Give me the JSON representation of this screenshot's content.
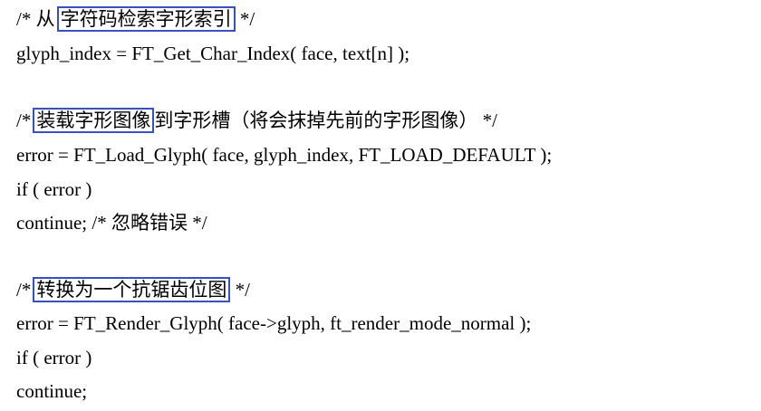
{
  "lines": [
    {
      "prefix": "/* 从",
      "highlight": "字符码检索字形索引",
      "suffix": "*/",
      "highlight_color": "#3a4fc0"
    },
    {
      "text": "glyph_index = FT_Get_Char_Index( face, text[n] );"
    },
    {
      "prefix": "/*",
      "highlight": "装载字形图像",
      "suffix": "到字形槽（将会抹掉先前的字形图像） */",
      "highlight_color": "#3a4fc0"
    },
    {
      "text": "error = FT_Load_Glyph( face, glyph_index, FT_LOAD_DEFAULT );"
    },
    {
      "text": "if ( error )"
    },
    {
      "text": "continue; /* 忽略错误 */"
    },
    {
      "prefix": "/*",
      "highlight": "转换为一个抗锯齿位图",
      "suffix": "*/",
      "highlight_color": "#3a4fc0"
    },
    {
      "text": "error = FT_Render_Glyph( face->glyph, ft_render_mode_normal );"
    },
    {
      "text": "if ( error )"
    },
    {
      "text": "continue;"
    }
  ]
}
